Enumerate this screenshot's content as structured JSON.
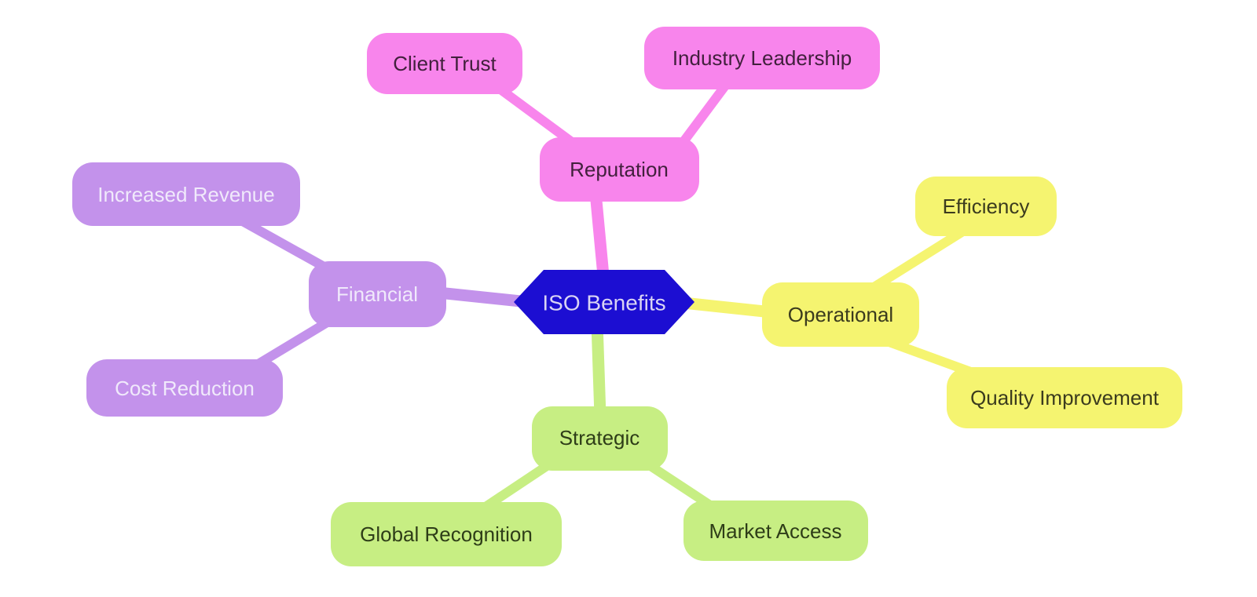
{
  "background": "#ffffff",
  "diagram": {
    "type": "mindmap",
    "root": {
      "label": "ISO Benefits",
      "shape": "hexagon",
      "fill": "#1c0ed2",
      "text_color": "#dad4f4"
    },
    "branches": [
      {
        "label": "Reputation",
        "color": "#f885ec",
        "text_color": "#42203d",
        "children": [
          {
            "label": "Client Trust"
          },
          {
            "label": "Industry Leadership"
          }
        ]
      },
      {
        "label": "Financial",
        "color": "#c392eb",
        "text_color": "#f0e9fb",
        "children": [
          {
            "label": "Increased Revenue"
          },
          {
            "label": "Cost Reduction"
          }
        ]
      },
      {
        "label": "Operational",
        "color": "#f5f470",
        "text_color": "#3b3b1e",
        "children": [
          {
            "label": "Efficiency"
          },
          {
            "label": "Quality Improvement"
          }
        ]
      },
      {
        "label": "Strategic",
        "color": "#c7ee83",
        "text_color": "#2e3d18",
        "children": [
          {
            "label": "Global Recognition"
          },
          {
            "label": "Market Access"
          }
        ]
      }
    ]
  }
}
